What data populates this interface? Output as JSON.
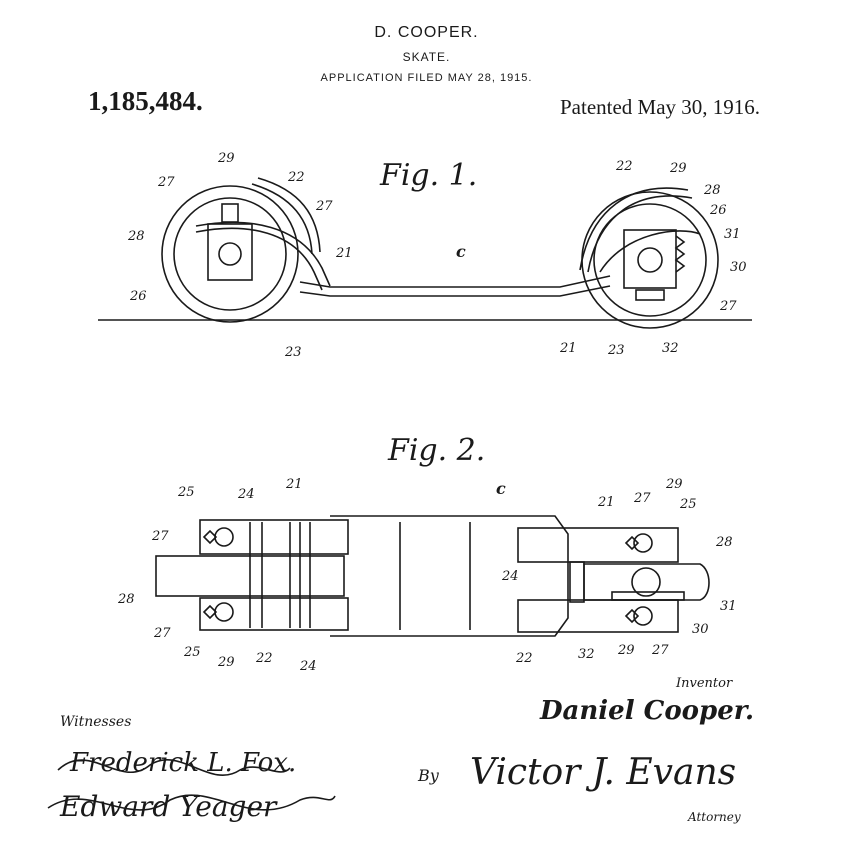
{
  "header": {
    "inventor": "D. COOPER.",
    "title": "SKATE.",
    "application": "APPLICATION FILED MAY 28, 1915."
  },
  "patent_number": "1,185,484.",
  "patent_date": "Patented May 30, 1916.",
  "fig1": {
    "label": "Fig. 1.",
    "callouts": [
      "29",
      "27",
      "22",
      "27",
      "28",
      "21",
      "26",
      "23",
      "22",
      "29",
      "28",
      "26",
      "31",
      "30",
      "27",
      "32",
      "23",
      "21",
      "c"
    ]
  },
  "fig2": {
    "label": "Fig. 2.",
    "callouts": [
      "25",
      "24",
      "21",
      "27",
      "28",
      "27",
      "25",
      "29",
      "22",
      "24",
      "c",
      "21",
      "27",
      "29",
      "25",
      "28",
      "24",
      "31",
      "30",
      "32",
      "29",
      "27",
      "22"
    ]
  },
  "witnesses_label": "Witnesses",
  "witness_signatures": [
    "Frederick L. Fox.",
    "Edward Yeager"
  ],
  "inventor_label": "Inventor",
  "inventor_name": "Daniel Cooper.",
  "by_label": "By",
  "attorney_name": "Victor J. Evans",
  "attorney_label": "Attorney"
}
